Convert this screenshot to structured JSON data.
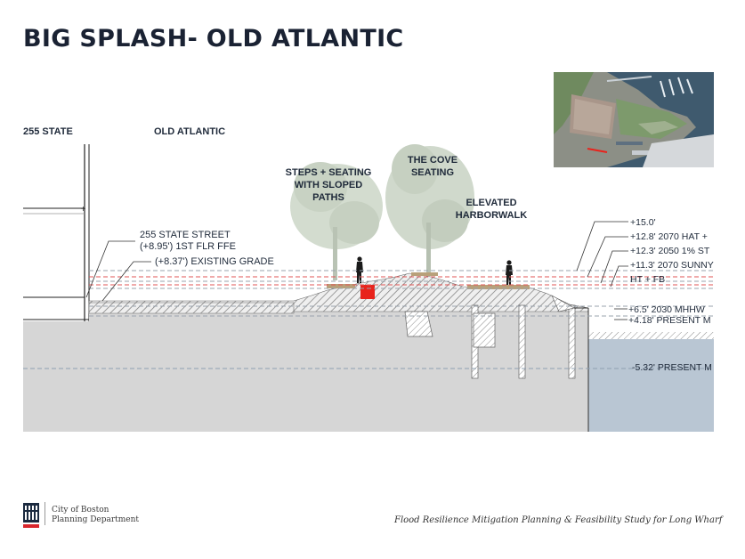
{
  "title": "BIG SPLASH- OLD ATLANTIC",
  "labels": {
    "state255": "255 STATE",
    "old_atlantic": "OLD ATLANTIC",
    "steps": [
      "STEPS + SEATING",
      "WITH SLOPED",
      "PATHS"
    ],
    "cove": [
      "THE COVE",
      "SEATING"
    ],
    "harborwalk": [
      "ELEVATED",
      "HARBORWALK"
    ],
    "state_street": [
      "255 STATE STREET",
      "(+8.95') 1ST FLR FFE"
    ],
    "existing_grade": "(+8.37') EXISTING GRADE"
  },
  "elevations": [
    "+15.0'",
    "+12.8' 2070 HAT +",
    "+12.3' 2050 1% ST",
    "+11.3' 2070 SUNNY",
    "HT + FB",
    "+6.5' 2030 MHHW",
    "+4.18' PRESENT M",
    "-5.32' PRESENT M"
  ],
  "logo": {
    "line1": "City of Boston",
    "line2": "Planning Department"
  },
  "footer": "Flood Resilience Mitigation Planning & Feasibility Study for Long Wharf",
  "colors": {
    "title": "#1a2233",
    "ground": "#d6d6d6",
    "water": "#b9c6d3",
    "tree": "#c9d3c6",
    "deck": "#b8a07a",
    "marker": "#e8231c",
    "flood_line": "#e05656",
    "logo_red": "#d8262c"
  }
}
